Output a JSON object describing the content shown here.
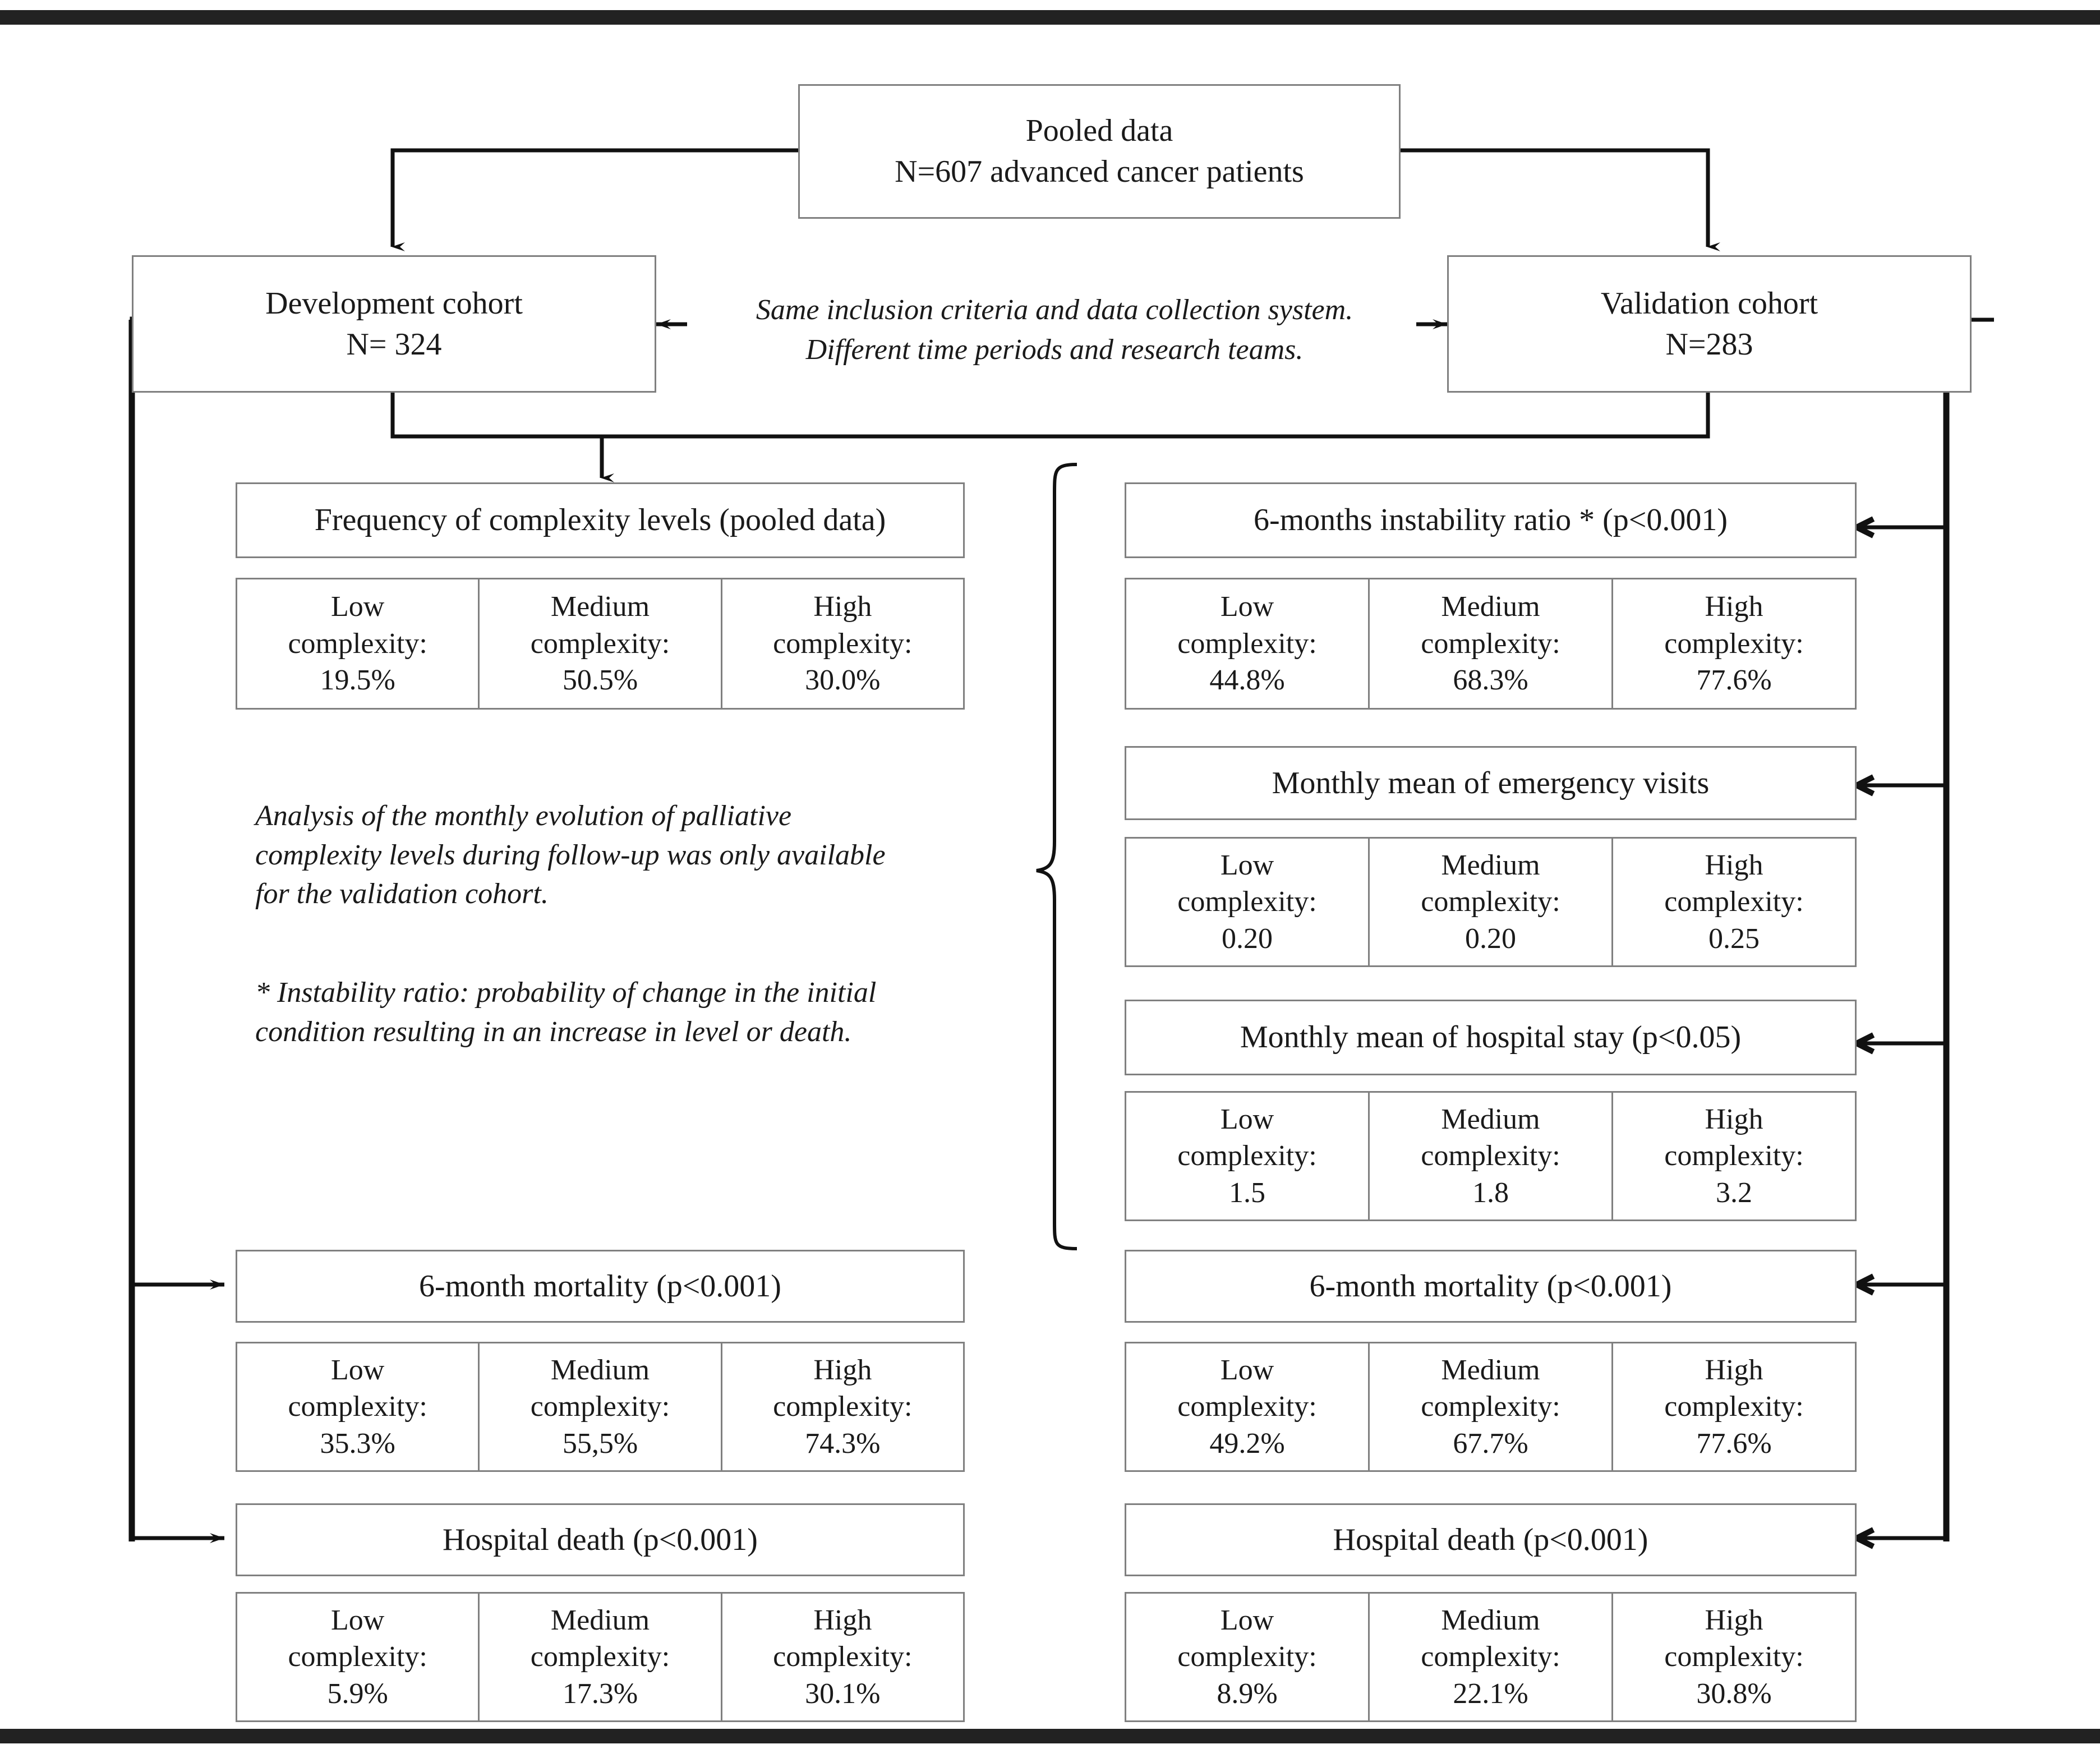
{
  "figure": {
    "top_box": {
      "line1": "Pooled data",
      "line2": "N=607 advanced cancer patients"
    },
    "development_cohort": {
      "line1": "Development cohort",
      "line2": "N= 324"
    },
    "validation_cohort": {
      "line1": "Validation cohort",
      "line2": "N=283"
    },
    "middle_note": "Same inclusion criteria and data collection system.\nDifferent time periods and research teams."
  },
  "left_column": {
    "frequency": {
      "title": "Frequency of complexity levels (pooled data)",
      "cells": [
        "Low\ncomplexity:\n19.5%",
        "Medium\ncomplexity:\n50.5%",
        "High\ncomplexity:\n30.0%"
      ]
    },
    "note_1": "Analysis of the monthly evolution of palliative\ncomplexity levels during follow-up was only available\nfor the validation cohort.",
    "note_2": "* Instability ratio: probability of change in the initial\ncondition resulting in an increase in level or death.",
    "mortality": {
      "title": "6-month mortality (p<0.001)",
      "cells": [
        "Low\ncomplexity:\n35.3%",
        "Medium\ncomplexity:\n55,5%",
        "High\ncomplexity:\n74.3%"
      ]
    },
    "hospital_death": {
      "title": "Hospital death (p<0.001)",
      "cells": [
        "Low\ncomplexity:\n5.9%",
        "Medium\ncomplexity:\n17.3%",
        "High\ncomplexity:\n30.1%"
      ]
    }
  },
  "right_column": {
    "instability": {
      "title": "6-months instability ratio * (p<0.001)",
      "cells": [
        "Low\ncomplexity:\n44.8%",
        "Medium\ncomplexity:\n68.3%",
        "High\ncomplexity:\n77.6%"
      ]
    },
    "emergency": {
      "title": "Monthly mean of emergency visits",
      "cells": [
        "Low\ncomplexity:\n0.20",
        "Medium\ncomplexity:\n0.20",
        "High\ncomplexity:\n0.25"
      ]
    },
    "hospital_stay": {
      "title": "Monthly mean of hospital stay (p<0.05)",
      "cells": [
        "Low\ncomplexity:\n1.5",
        "Medium\ncomplexity:\n1.8",
        "High\ncomplexity:\n3.2"
      ]
    },
    "mortality": {
      "title": "6-month mortality (p<0.001)",
      "cells": [
        "Low\ncomplexity:\n49.2%",
        "Medium\ncomplexity:\n67.7%",
        "High\ncomplexity:\n77.6%"
      ]
    },
    "hospital_death": {
      "title": "Hospital death (p<0.001)",
      "cells": [
        "Low\ncomplexity:\n8.9%",
        "Medium\ncomplexity:\n22.1%",
        "High\ncomplexity:\n30.8%"
      ]
    }
  },
  "colors": {
    "box_border": "#808080",
    "line": "#111111",
    "rule": "#222222",
    "text": "#1a1a1a"
  }
}
